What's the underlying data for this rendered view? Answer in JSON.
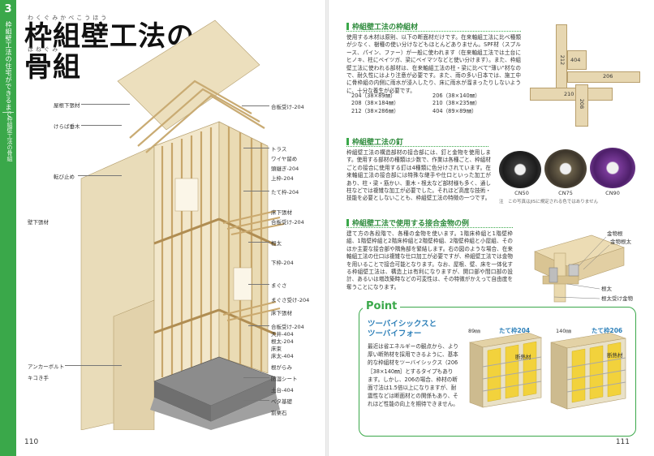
{
  "left": {
    "tab": {
      "number": "3",
      "chapter_title": "枠組壁工法の住宅ができるまで",
      "section": "枠組壁工法の骨組"
    },
    "title_line1": "枠組壁工法の",
    "title_line2": "骨組",
    "ruby_line1": "わくぐみかべこうほう",
    "ruby_line2": "ほねぐみ",
    "page_number": "110",
    "labels_right": [
      "合板受け-204",
      "トラス",
      "ワイヤ留め",
      "頭継ぎ-204",
      "上枠-204",
      "たて枠-204",
      "床下張材",
      "合板受け-204",
      "根太",
      "下枠-204",
      "まぐさ",
      "まぐさ受け-204",
      "床下張材",
      "合板受け-204",
      "天井-404",
      "根太-204",
      "床束",
      "床太-404",
      "根がらみ",
      "防湿シート",
      "土台-404",
      "べタ基礎",
      "割栗石"
    ],
    "labels_left": [
      "屋根下張材",
      "けらば垂木",
      "転び止め",
      "壁下張材",
      "アンカーボルト",
      "キコき手"
    ]
  },
  "right": {
    "page_number": "111",
    "sec1": {
      "title": "枠組壁工法の枠組材",
      "body": "使用する木材は原則、以下の断面材だけです。在来軸組工法に比べ種類が少なく、樹種の使い分けなどもほとんどありません。SPF材（スプルース、パイン、ファー）が一般に使われます（在来軸組工法では土台にヒノキ、柱にベイツガ、梁にベイマツなどと使い分けます）。また、枠組壁工法に使われる部材は、在来軸組工法の柱・梁に比べて\"薄い\"材なので、耐久性にはより注意が必要です。また、雨の多い日本では、施工中に骨枠組の内側に雨水が浸入したり、床に雨水が溜まったりしないように、十分な養生が必要です。",
      "specs": [
        "204（38×89㎜）",
        "206（38×140㎜）",
        "208（38×184㎜）",
        "210（38×235㎜）",
        "212（38×286㎜）",
        "404（89×89㎜）"
      ],
      "board_labels": [
        "212",
        "404",
        "206",
        "210",
        "208"
      ]
    },
    "sec2": {
      "title": "枠組壁工法の釘",
      "body": "枠組壁工法の構造部材の接合部には、釘と金物を使用します。使用する部材の種類は少数で、作業は各種ごと、枠組材ごとの接合に使用する釘は4種類に色分けされています。在来軸組工法の接合部には特殊な継手や仕口といった加工があり、柱・梁・筋かい、重木・根太など部材様も多く、通し柱などでは複雑な加工が必要でした。それほど高度な技術・技能を必要としないことも、枠組壁工法の特徴の一つです。",
      "nails": [
        "CN50",
        "CN75",
        "CN90"
      ],
      "note": "注　この写真はJISに規定される色ではありません"
    },
    "sec3": {
      "title": "枠組壁工法で使用する接合金物の例",
      "body": "建て方の各段階で、各種の金物を使います。1階床枠組と1階壁枠組、1階壁枠組と2階床枠組と2階壁枠組、2階壁枠組と小屋組、そのほか主要な接合部や隅角部を緊結します。右の図のような場合、在来軸組工法の仕口は複雑な仕口加工が必要ですが、枠組壁工法では金物を用いることで接合可能となります。なお、屋根、壁、床を一体化する枠組壁工法は、構造上は有利になりますが、開口部や間口部の設計、あるいは増改築時などの可変性は、その特徴がかえって自由度を奪うことになります。",
      "callouts": [
        "金物根",
        "金物根太",
        "根太",
        "根太受け金物"
      ]
    },
    "point": {
      "tag": "Point",
      "title_line1": "ツーバイシックスと",
      "title_line2": "ツーバイフォー",
      "body": "最近は省エネルギーの観点から、より厚い断熱材を採用できるように、基本的な枠組材をツーバイシックス（206［38×140㎜］とするタイプもあります。しかし、206の場合、枠材の断面寸法は1.5倍以上になりますが、耐震性などは断面材との関係もあり、それほど性能の向上を期待できません。",
      "dim_left": "89㎜",
      "dim_right": "140㎜",
      "frame_left": "たて枠204",
      "frame_right": "たて枠206",
      "insulation": "断熱材"
    }
  }
}
